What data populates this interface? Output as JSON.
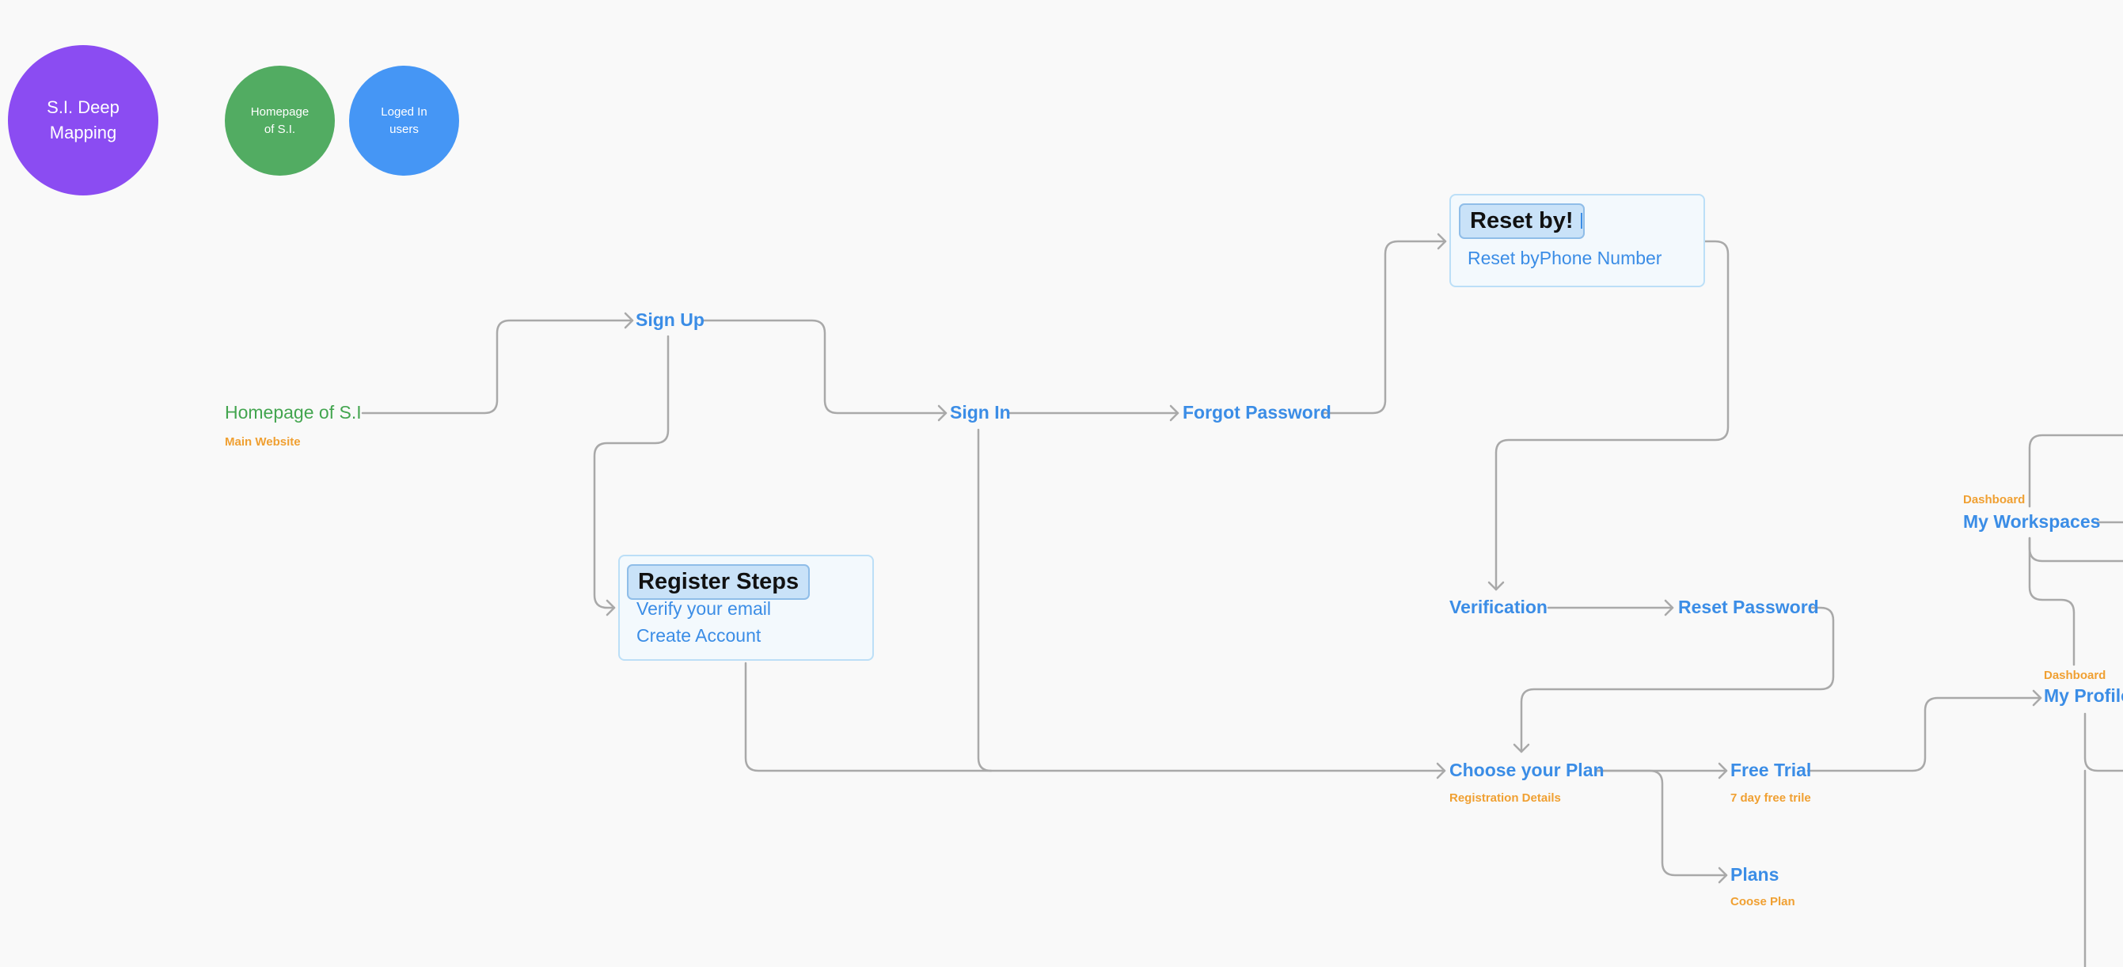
{
  "legend": {
    "main": "S.I. Deep Mapping",
    "homepage": "Homepage of S.I.",
    "logged": "Loged In users"
  },
  "legend_main_lines": [
    "S.I. Deep",
    "Mapping"
  ],
  "legend_homepage_lines": [
    "Homepage",
    "of S.I."
  ],
  "legend_logged_lines": [
    "Loged In",
    "users"
  ],
  "colors": {
    "purple": "#8b4cf2",
    "green": "#52ac62",
    "blue": "#4596f5",
    "link_blue": "#3b8de6",
    "label_orange": "#f0a032",
    "connector": "#a9a9a9",
    "background": "#f9f9f9"
  },
  "nodes": {
    "homepage": "Homepage of S.I",
    "homepage_sub": "Main Website",
    "sign_up": "Sign Up",
    "sign_in": "Sign In",
    "forgot_password": "Forgot Password",
    "verification": "Verification",
    "reset_password": "Reset Password",
    "choose_plan": "Choose your Plan",
    "choose_plan_sub": "Registration Details",
    "free_trial": "Free Trial",
    "free_trial_sub": "7 day free trile",
    "plans": "Plans",
    "plans_sub": "Coose Plan",
    "my_workspaces": "My Workspaces",
    "my_workspaces_sub": "Dashboard",
    "my_profile": "My Profile",
    "my_profile_sub": "Dashboard"
  },
  "register_card": {
    "title": "Register Steps",
    "items": [
      "Verify your email",
      "Create Account"
    ]
  },
  "reset_card": {
    "title": "Reset by!",
    "items": [
      "Reset byPhone Number"
    ]
  }
}
